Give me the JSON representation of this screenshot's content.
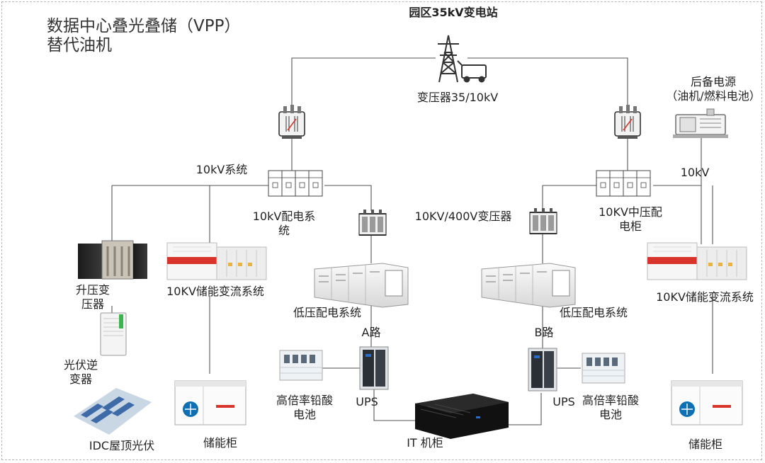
{
  "title": "数据中心叠光叠储（VPP）\n替代油机",
  "labels": {
    "substation": "园区35kV变电站",
    "transformer_main": "变压器35/10kV",
    "backup_power": "后备电源\n（油机/燃料电池）",
    "sys_10kv_left": "10kV系统",
    "sys_10kv_right": "10kV",
    "dist_10kv": "10kV配电系\n统",
    "mv_cabinet": "10KV中压配\n电柜",
    "transformer_400v": "10KV/400V变压器",
    "step_up": "升压变\n压器",
    "pcs_left": "10KV储能变流系统",
    "pcs_right": "10KV储能变流系统",
    "lv_left": "低压配电系统",
    "lv_right": "低压配电系统",
    "route_a": "A路",
    "route_b": "B路",
    "pv_inverter": "光伏逆\n变器",
    "battery_left": "高倍率铅酸\n电池",
    "battery_right": "高倍率铅酸\n电池",
    "ups_left": "UPS",
    "ups_right": "UPS",
    "idc_pv": "IDC屋顶光伏",
    "storage_left": "储能柜",
    "storage_right": "储能柜",
    "it_rack": "IT 机柜"
  },
  "colors": {
    "line": "#555555",
    "frame": "#b8b8b8",
    "accent_red": "#d9342b",
    "green": "#3fb34f",
    "blue": "#2b6cc4"
  }
}
